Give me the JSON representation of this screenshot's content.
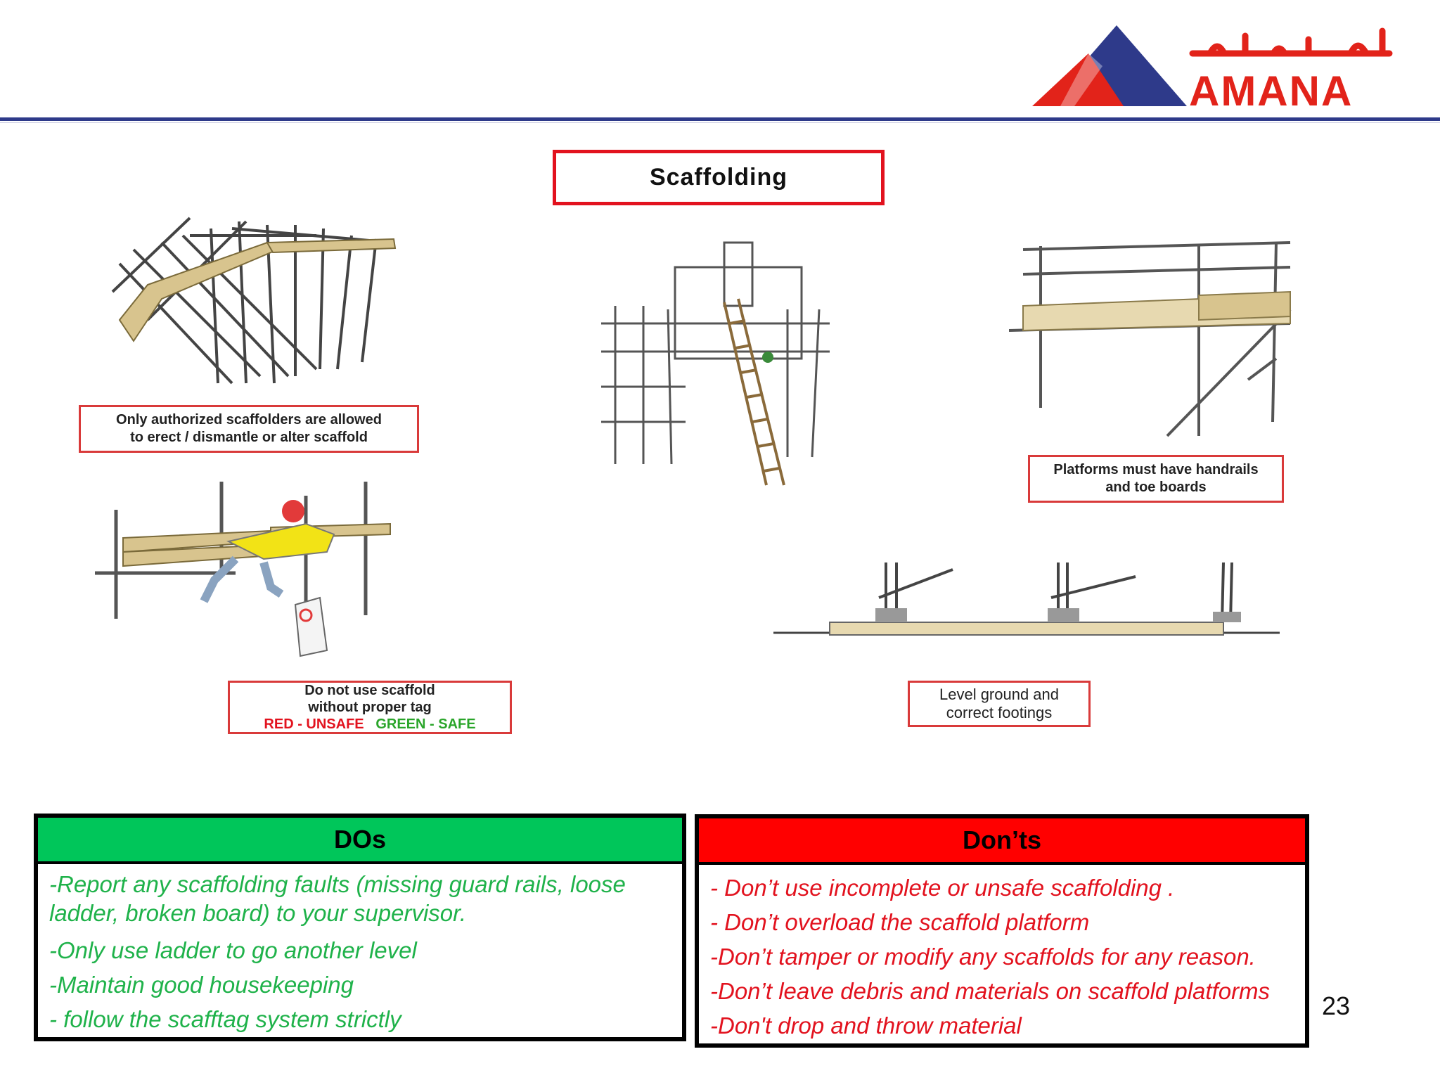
{
  "brand": {
    "name_en": "AMANA",
    "name_ar": "امانه",
    "colors": {
      "red": "#e2231a",
      "blue": "#2e3a8a"
    }
  },
  "title": "Scaffolding",
  "captions": {
    "authorized": [
      "Only authorized scaffolders are allowed",
      "to erect / dismantle or alter scaffold"
    ],
    "tag": {
      "lines": [
        "Do not use scaffold",
        "without proper tag"
      ],
      "red_label": "RED -  UNSAFE",
      "green_label": "GREEN -  SAFE"
    },
    "handrails": [
      "Platforms must have handrails",
      "and toe boards"
    ],
    "footings": [
      "Level ground and",
      "correct footings"
    ]
  },
  "dos": {
    "header": "DOs",
    "header_color": "#00c65a",
    "items": [
      "-Report any scaffolding faults  (missing guard rails, loose ladder, broken board) to your supervisor.",
      "-Only use ladder to go another level",
      "-Maintain good housekeeping",
      "- follow the scafftag system strictly"
    ]
  },
  "donts": {
    "header": "Don’ts",
    "header_color": "#ff0000",
    "items": [
      "- Don’t use incomplete or unsafe scaffolding .",
      "- Don’t overload the scaffold platform",
      "-Don’t tamper or modify any scaffolds for any reason.",
      "-Don’t leave debris and materials on scaffold platforms",
      "-Don't drop and throw material"
    ]
  },
  "slide_number": "23",
  "icons": [
    "amana-logo-icon",
    "scaffold-collapse-illustration",
    "scaffold-tag-illustration",
    "scaffold-ladder-illustration",
    "scaffold-handrail-illustration",
    "scaffold-footing-illustration"
  ]
}
